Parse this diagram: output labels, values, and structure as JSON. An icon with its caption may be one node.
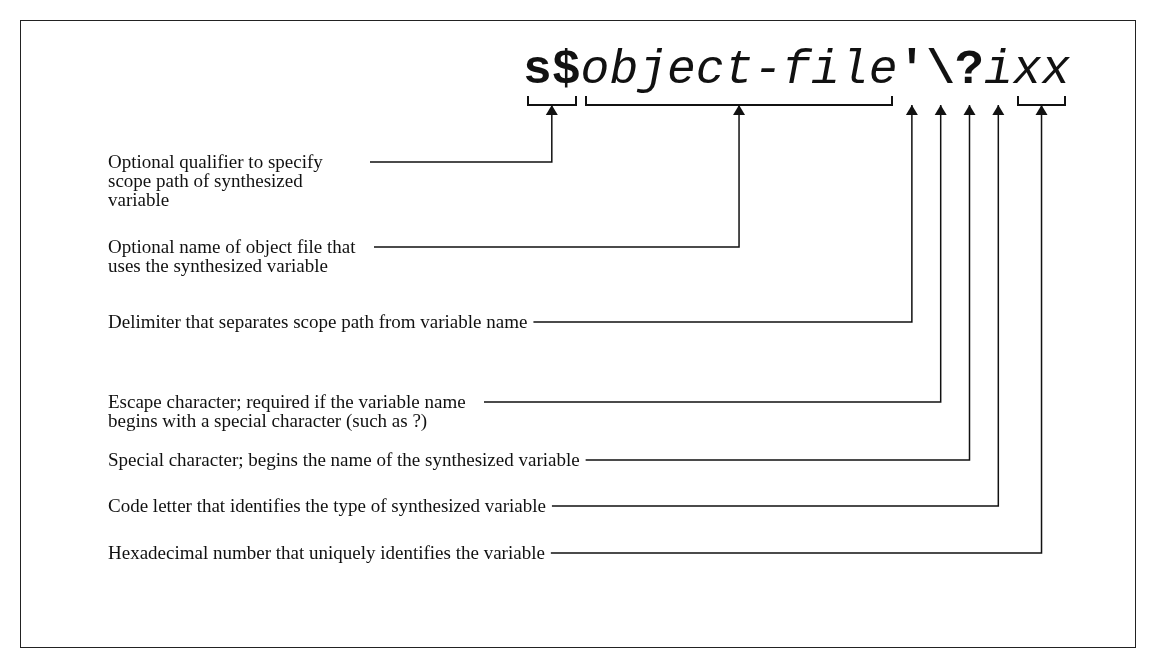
{
  "diagram": {
    "nodes": [
      {
        "text": [
          "s$"
        ]
      },
      {
        "text": [
          "object-file"
        ]
      },
      {
        "text": [
          "'"
        ]
      },
      {
        "text": [
          "\\"
        ]
      },
      {
        "text": [
          "?"
        ]
      },
      {
        "text": [
          "i"
        ]
      },
      {
        "text": [
          "xx"
        ]
      },
      {
        "text": [
          "Optional qualifier to specify scope path of synthesized variable"
        ]
      },
      {
        "text": [
          "Optional name of object file that uses the synthesized variable"
        ]
      },
      {
        "text": [
          "Delimiter that separates scope path from variable name"
        ]
      },
      {
        "text": [
          "Escape character; required if the variable name begins with a special character (such as ?)"
        ]
      },
      {
        "text": [
          "Special character; begins the name of the synthesized variable"
        ]
      },
      {
        "text": [
          "Code letter that identifies the type of synthesized variable"
        ]
      },
      {
        "text": [
          "Hexadecimal number that uniquely identifies the variable"
        ]
      }
    ],
    "edges": [
      {
        "from": 7,
        "to": 0,
        "arrow": "to"
      },
      {
        "from": 8,
        "to": 1,
        "arrow": "to"
      },
      {
        "from": 9,
        "to": 2,
        "arrow": "to"
      },
      {
        "from": 10,
        "to": 3,
        "arrow": "to"
      },
      {
        "from": 11,
        "to": 4,
        "arrow": "to"
      },
      {
        "from": 12,
        "to": 5,
        "arrow": "to"
      },
      {
        "from": 13,
        "to": 6,
        "arrow": "to"
      }
    ]
  }
}
